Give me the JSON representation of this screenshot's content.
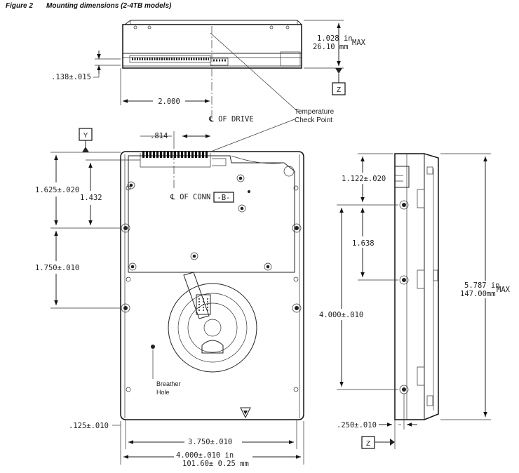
{
  "figure": {
    "number": "Figure 2",
    "title": "Mounting dimensions (2-4TB models)"
  },
  "dimensions": {
    "height_in": "1.028 in",
    "height_mm": "26.10 mm",
    "height_max": "MAX",
    "pcb_offset": ".138±.015",
    "width_offset": "2.000",
    "conn_offset": ".814",
    "first_hole_y": "1.625±.020",
    "conn_to_hole": "1.432",
    "hole_spacing": "1.750±.010",
    "side_first_hole": "1.122±.020",
    "side_gap": "1.638",
    "side_span": "4.000±.010",
    "length_in": "5.787 in",
    "length_mm": "147.00mm",
    "length_max": "MAX",
    "bottom_edge_offset": ".125±.010",
    "side_bottom_offset": ".250±.010",
    "hole_width": "3.750±.010",
    "width_in": "4.000±.010 in",
    "width_mm": "101.60± 0.25 mm"
  },
  "labels": {
    "drive_center": "℄ OF DRIVE",
    "conn_center": "℄ OF CONN",
    "datum_b": "-B-",
    "datum_y": "Y",
    "datum_z": "Z",
    "temp_line1": "Temperature",
    "temp_line2": "Check Point",
    "breather_line1": "Breather",
    "breather_line2": "Hole"
  }
}
